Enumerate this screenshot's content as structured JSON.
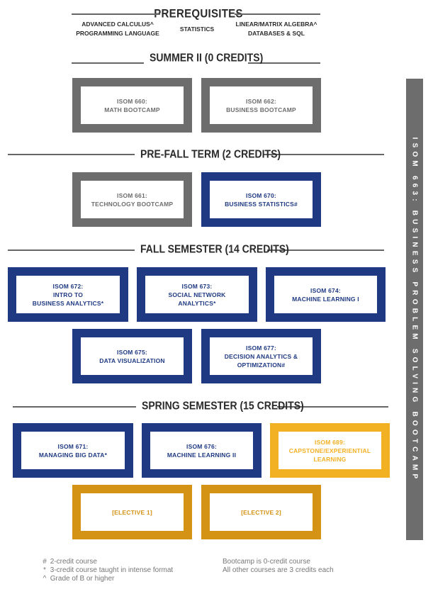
{
  "prerequisites": {
    "title": "PREREQUISITES",
    "left": [
      "ADVANCED CALCULUS^",
      "PROGRAMMING LANGUAGE"
    ],
    "center": "STATISTICS",
    "right": [
      "LINEAR/MATRIX ALGEBRA^",
      "DATABASES & SQL"
    ]
  },
  "sections": {
    "summer": "SUMMER II (0 CREDITS)",
    "prefall": "PRE-FALL TERM (2 CREDITS)",
    "fall": "FALL SEMESTER (14 CREDITS)",
    "spring": "SPRING SEMESTER (15 CREDITS)"
  },
  "courses": {
    "isom660": "ISOM 660:\nMATH BOOTCAMP",
    "isom662": "ISOM 662:\nBUSINESS BOOTCAMP",
    "isom661": "ISOM 661:\nTECHNOLOGY BOOTCAMP",
    "isom670": "ISOM 670:\nBUSINESS STATISTICS#",
    "isom672": "ISOM 672:\nINTRO TO\nBUSINESS ANALYTICS*",
    "isom673": "ISOM 673:\nSOCIAL NETWORK ANALYTICS*",
    "isom674": "ISOM 674:\nMACHINE LEARNING I",
    "isom675": "ISOM 675:\nDATA VISUALIZATION",
    "isom677": "ISOM 677:\nDECISION ANALYTICS &\nOPTIMIZATION#",
    "isom671": "ISOM 671:\nMANAGING BIG DATA*",
    "isom676": "ISOM 676:\nMACHINE LEARNING II",
    "isom689": "ISOM 689:\nCAPSTONE/EXPERIENTIAL\nLEARNING",
    "elective1": "[ELECTIVE 1]",
    "elective2": "[ELECTIVE 2]"
  },
  "sidebar": {
    "label": "ISOM 663: BUSINESS PROBLEM SOLVING BOOTCAMP"
  },
  "colors": {
    "gray": "#6d6d6d",
    "navy": "#1f3a82",
    "gold": "#f2b023",
    "amber": "#d49315"
  },
  "footnotes": {
    "left": [
      {
        "symbol": "#",
        "text": "2-credit course"
      },
      {
        "symbol": "*",
        "text": "3-credit course taught in intense format"
      },
      {
        "symbol": "^",
        "text": "Grade of B or higher"
      }
    ],
    "right": [
      "Bootcamp is 0-credit course",
      "All other courses are 3 credits each"
    ]
  }
}
